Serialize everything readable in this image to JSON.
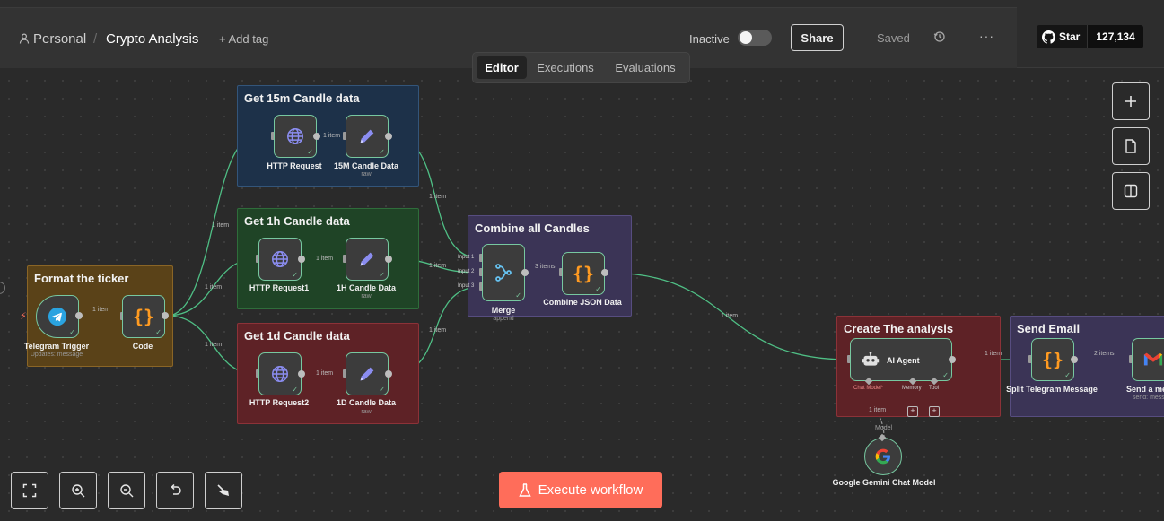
{
  "header": {
    "workspace": "Personal",
    "separator": "/",
    "workflow_name": "Crypto Analysis",
    "add_tag": "+ Add tag",
    "status_label": "Inactive",
    "share_label": "Share",
    "saved_label": "Saved",
    "more_label": "···",
    "github_star": "Star",
    "github_count": "127,134"
  },
  "tabs": [
    {
      "label": "Editor",
      "active": true
    },
    {
      "label": "Executions",
      "active": false
    },
    {
      "label": "Evaluations",
      "active": false
    }
  ],
  "groups": {
    "format": "Format the ticker",
    "g15m": "Get 15m Candle data",
    "g1h": "Get 1h Candle data",
    "g1d": "Get 1d Candle data",
    "combine": "Combine all Candles",
    "analysis": "Create The analysis",
    "email": "Send Email"
  },
  "nodes": {
    "telegram": {
      "label": "Telegram Trigger",
      "sub": "Updates: message"
    },
    "code": {
      "label": "Code"
    },
    "http15": {
      "label": "HTTP Request"
    },
    "set15": {
      "label": "15M Candle Data",
      "sub": "raw"
    },
    "http1h": {
      "label": "HTTP Request1"
    },
    "set1h": {
      "label": "1H Candle Data",
      "sub": "raw"
    },
    "http1d": {
      "label": "HTTP Request2"
    },
    "set1d": {
      "label": "1D Candle Data",
      "sub": "raw"
    },
    "merge": {
      "label": "Merge",
      "sub": "append"
    },
    "combinejson": {
      "label": "Combine JSON Data"
    },
    "agent": {
      "label": "AI Agent"
    },
    "split": {
      "label": "Split Telegram Message"
    },
    "gmail": {
      "label": "Send a mess",
      "sub": "send: mess"
    },
    "gemini": {
      "label": "Google Gemini Chat Model"
    }
  },
  "edges": {
    "one_item": "1 item",
    "three_items": "3 items",
    "two_items": "2 items",
    "input1": "Input 1",
    "input2": "Input 2",
    "input3": "Input 3",
    "chat_model": "Chat Model*",
    "memory": "Memory",
    "tool": "Tool",
    "model": "Model"
  },
  "footer": {
    "execute_label": "Execute workflow"
  },
  "colors": {
    "accent": "#ff6d5a",
    "connector": "#4fbf85",
    "group_orange": "#5a4218",
    "group_blue": "#1d3149",
    "group_green": "#1f4426",
    "group_red": "#5e2226",
    "group_purple": "#3b3456"
  }
}
